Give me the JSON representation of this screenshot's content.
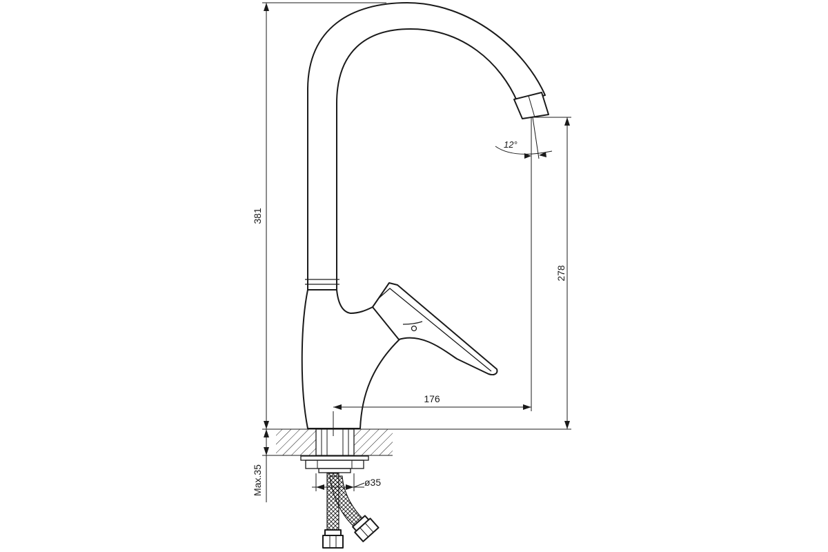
{
  "dimensions": {
    "overall_height": "381",
    "outlet_height": "278",
    "spout_reach": "176",
    "spout_angle": "12°",
    "max_counter_thickness": "Max.35",
    "mount_hole_diameter": "ø35"
  },
  "colors": {
    "line": "#1a1a1a",
    "background": "#ffffff"
  }
}
